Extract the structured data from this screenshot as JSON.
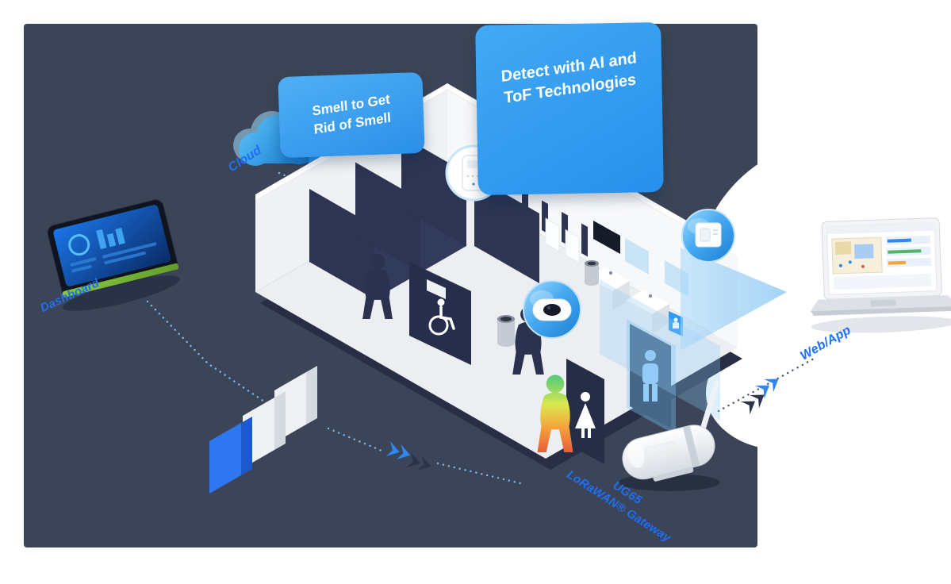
{
  "diagram": {
    "callouts": {
      "smell": {
        "line1": "Smell to Get",
        "line2": "Rid of Smell"
      },
      "detect": {
        "line1": "Detect with AI and",
        "line2": "ToF Technologies"
      }
    },
    "labels": {
      "cloud": "Cloud",
      "dashboard": "Dashboard",
      "web_app": "Web/App",
      "gateway_line1": "UG65",
      "gateway_line2": "LoRaWAN® Gateway"
    },
    "colors": {
      "background_dark": "#3B4557",
      "bubble_blue": "#2F9BF2",
      "label_blue": "#1F6FF5",
      "room_partition_navy": "#2D3553",
      "device_circle_blue": "#47A9F0",
      "beam_light_blue": "#8FCBF6",
      "bar_blue": "#2E77F0",
      "pcb_green": "#7DBE3C",
      "thermal_gradient": [
        "#4FC97A",
        "#D9E84E",
        "#F5A23C",
        "#E85D3A"
      ]
    },
    "icons": {
      "cloud": "cloud-icon",
      "wheelchair": "♿",
      "female": "female-pictogram-icon",
      "male": "male-pictogram-icon",
      "chevron_arrows": "»",
      "gateway_antenna": "antenna-icon"
    }
  }
}
